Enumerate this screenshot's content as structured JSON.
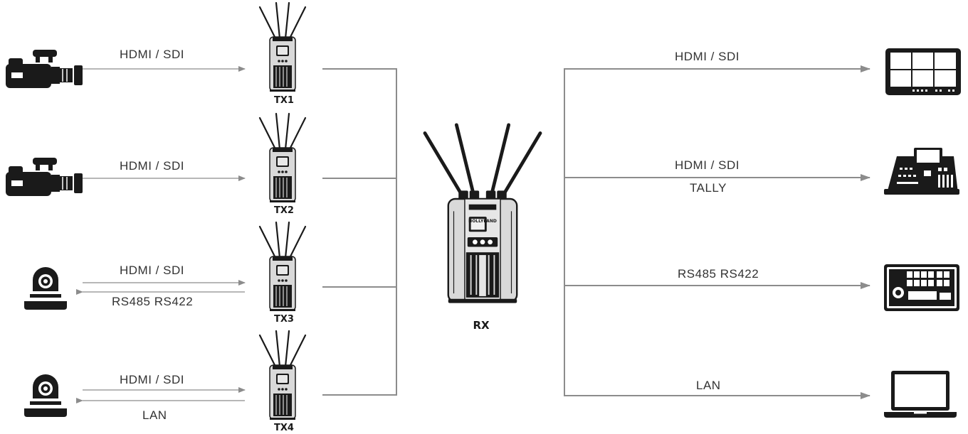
{
  "transmitters": [
    {
      "name": "TX1",
      "source_icon": "camcorder-icon",
      "signals": [
        "HDMI / SDI"
      ]
    },
    {
      "name": "TX2",
      "source_icon": "camcorder-icon",
      "signals": [
        "HDMI / SDI"
      ]
    },
    {
      "name": "TX3",
      "source_icon": "ptz-camera-icon",
      "signals": [
        "HDMI / SDI",
        "RS485 RS422"
      ]
    },
    {
      "name": "TX4",
      "source_icon": "ptz-camera-icon",
      "signals": [
        "HDMI / SDI",
        "LAN"
      ]
    }
  ],
  "receiver": {
    "name": "RX",
    "brand": "HOLLYLAND"
  },
  "outputs": [
    {
      "device_icon": "monitor-icon",
      "signals": [
        "HDMI / SDI"
      ]
    },
    {
      "device_icon": "video-switcher-icon",
      "signals": [
        "HDMI / SDI",
        "TALLY"
      ]
    },
    {
      "device_icon": "ptz-controller-icon",
      "signals": [
        "RS485 RS422"
      ]
    },
    {
      "device_icon": "laptop-icon",
      "signals": [
        "LAN"
      ]
    }
  ],
  "colors": {
    "line": "#8c8c8c",
    "device_dark": "#1a1a1a",
    "device_body": "#d9d9d9"
  }
}
